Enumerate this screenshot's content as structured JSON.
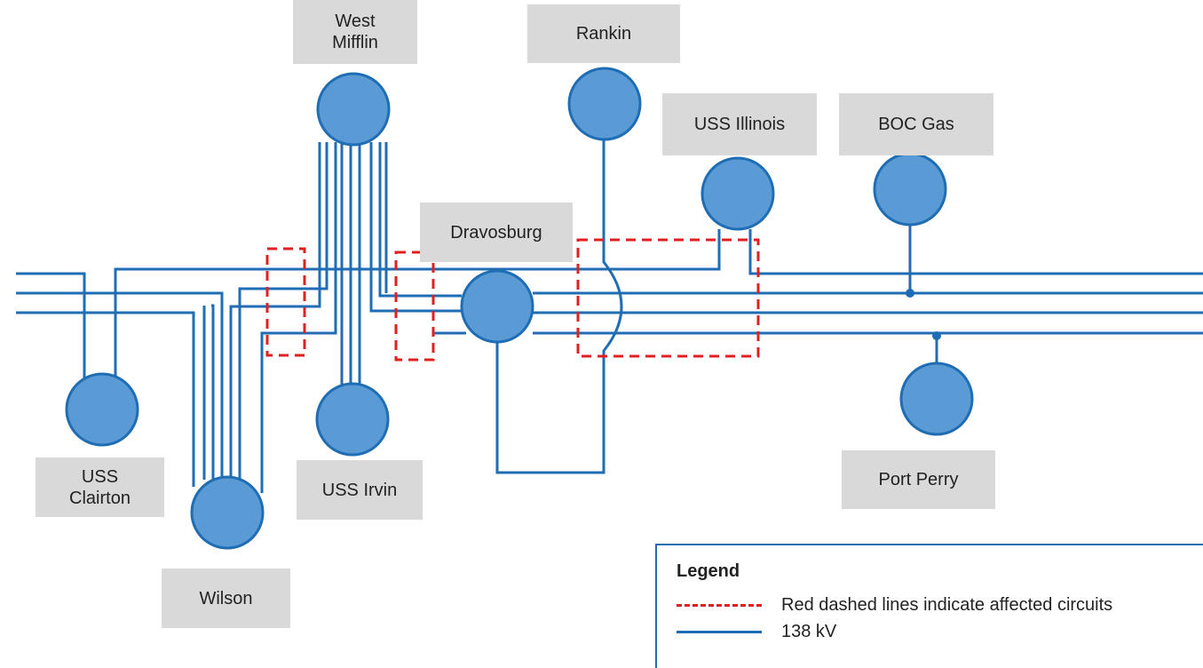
{
  "colors": {
    "line": "#1f6db4",
    "node_fill": "#5b9bd5",
    "affected": "#e02020",
    "label_bg": "#d9d9d9"
  },
  "stations": {
    "west_mifflin": [
      "West",
      "Mifflin"
    ],
    "rankin": [
      "Rankin"
    ],
    "uss_illinois": [
      "USS Illinois"
    ],
    "boc_gas": [
      "BOC Gas"
    ],
    "dravosburg": [
      "Dravosburg"
    ],
    "uss_clairton": [
      "USS",
      "Clairton"
    ],
    "uss_irvin": [
      "USS Irvin"
    ],
    "wilson": [
      "Wilson"
    ],
    "port_perry": [
      "Port Perry"
    ]
  },
  "legend": {
    "title": "Legend",
    "affected_label": "Red dashed lines indicate affected circuits",
    "line_label": "138 kV"
  }
}
